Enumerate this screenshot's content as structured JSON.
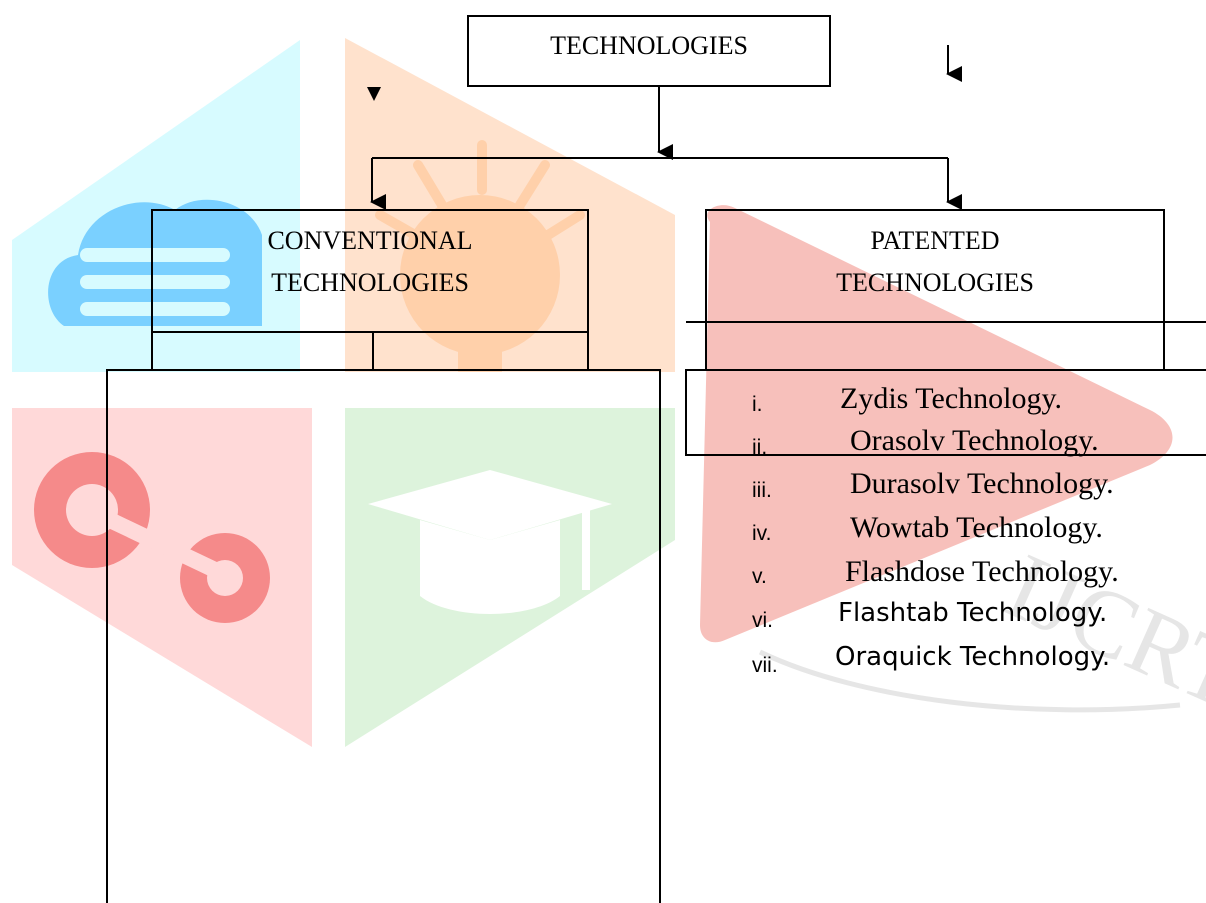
{
  "diagram": {
    "root": {
      "label": "TECHNOLOGIES"
    },
    "branches": [
      {
        "label_line1": "CONVENTIONAL",
        "label_line2": "TECHNOLOGIES",
        "items": []
      },
      {
        "label_line1": "PATENTED",
        "label_line2": "TECHNOLOGIES",
        "items": [
          {
            "num": "i.",
            "text": "Zydis Technology."
          },
          {
            "num": "ii.",
            "text": "Orasolv Technology."
          },
          {
            "num": "iii.",
            "text": "Durasolv Technology."
          },
          {
            "num": "iv.",
            "text": "Wowtab Technology."
          },
          {
            "num": "v.",
            "text": "Flashdose Technology."
          },
          {
            "num": "vi.",
            "text": "Flashtab Technology."
          },
          {
            "num": "vii.",
            "text": "Oraquick Technology."
          }
        ]
      }
    ]
  },
  "watermark": {
    "tile_colors": [
      "#d7fbff",
      "#ffe2cd",
      "#ffd9d9",
      "#ddf3dc"
    ],
    "icon_colors": [
      "#7ad0ff",
      "#ffd0aa",
      "#f58a8a",
      "#ffffff",
      "#f6b9b4"
    ],
    "icons": [
      "cloud-icon",
      "lightbulb-icon",
      "gears-icon",
      "graduation-cap-icon",
      "play-icon"
    ],
    "watermark_text": "IJCRT"
  }
}
